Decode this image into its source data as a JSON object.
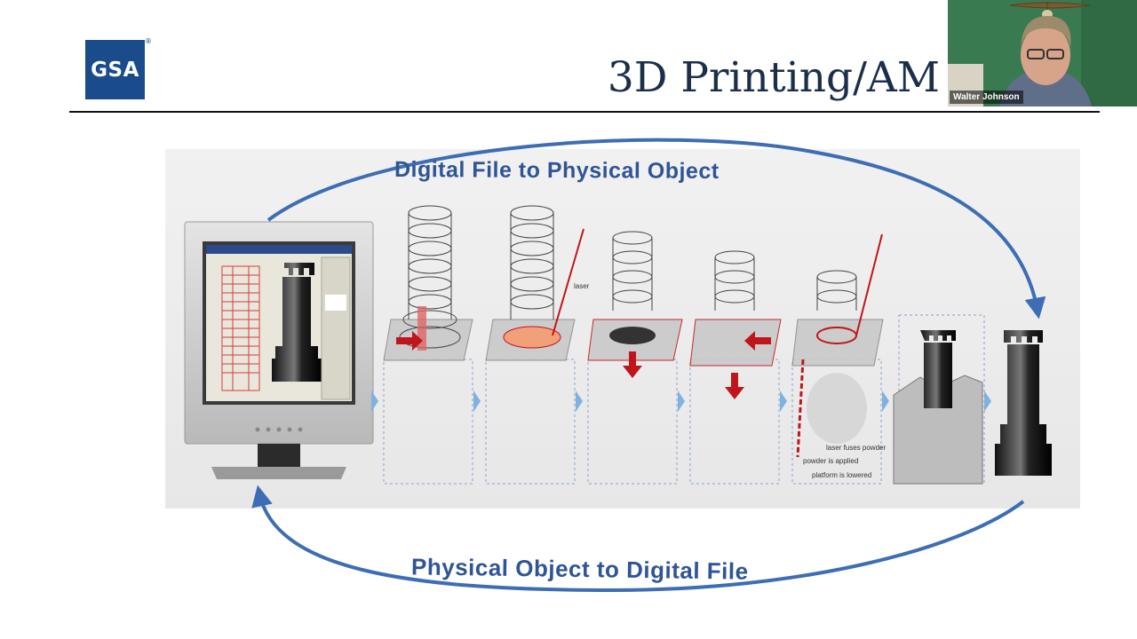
{
  "slide": {
    "logo_text": "GSA",
    "logo_mark": "®",
    "title": "3D Printing/AM"
  },
  "video": {
    "participant_name": "Walter Johnson"
  },
  "diagram": {
    "top_caption": "Digital File to Physical Object",
    "bottom_caption": "Physical Object to Digital File",
    "laser_label": "laser",
    "process_labels": [
      "laser fuses powder",
      "powder is applied",
      "platform is lowered"
    ]
  },
  "colors": {
    "gsa_blue": "#1a4c8b",
    "title_navy": "#1b2f4b",
    "caption_blue": "#2f5597",
    "laser_red": "#c0161b"
  }
}
